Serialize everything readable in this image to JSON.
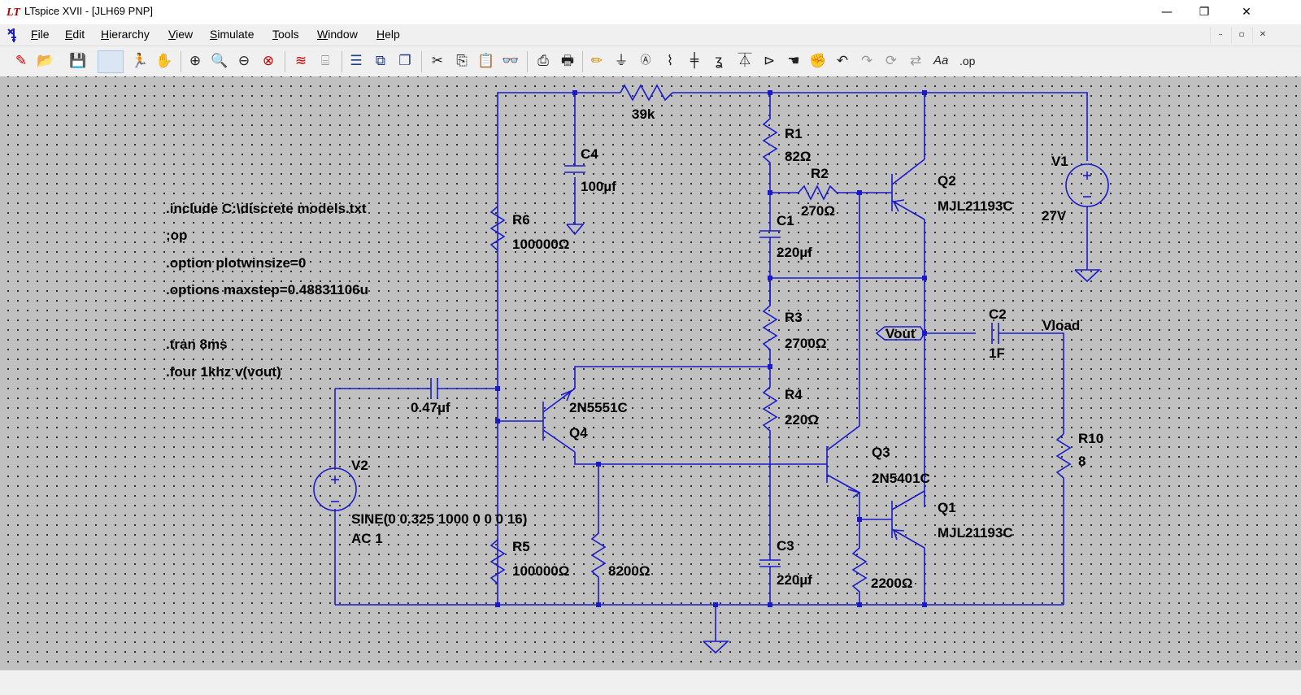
{
  "window": {
    "title": "LTspice XVII - [JLH69 PNP]",
    "controls": {
      "minimize": "—",
      "restore": "❐",
      "close": "✕"
    },
    "mdi_controls": {
      "minimize": "–",
      "restore": "▫",
      "close": "✕"
    }
  },
  "menu": {
    "items": [
      "File",
      "Edit",
      "Hierarchy",
      "View",
      "Simulate",
      "Tools",
      "Window",
      "Help"
    ]
  },
  "toolbar": {
    "buttons": [
      {
        "icon": "new-schematic-icon"
      },
      {
        "icon": "open-icon"
      },
      {
        "icon": "save-icon"
      },
      {
        "icon": "run-icon"
      },
      {
        "icon": "halt-icon"
      },
      {
        "icon": "zoom-in-icon"
      },
      {
        "icon": "zoom-pan-icon"
      },
      {
        "icon": "zoom-out-icon"
      },
      {
        "icon": "zoom-fit-icon"
      },
      {
        "icon": "waveform-icon"
      },
      {
        "icon": "waveform-off-icon"
      },
      {
        "icon": "tile-horizontal-icon"
      },
      {
        "icon": "tile-vertical-icon"
      },
      {
        "icon": "cascade-icon"
      },
      {
        "icon": "cut-icon"
      },
      {
        "icon": "copy-icon"
      },
      {
        "icon": "paste-icon"
      },
      {
        "icon": "find-icon"
      },
      {
        "icon": "print-preview-icon"
      },
      {
        "icon": "print-icon"
      },
      {
        "icon": "draw-wire-icon"
      },
      {
        "icon": "ground-icon"
      },
      {
        "icon": "label-net-icon"
      },
      {
        "icon": "resistor-icon"
      },
      {
        "icon": "capacitor-icon"
      },
      {
        "icon": "inductor-icon"
      },
      {
        "icon": "diode-icon"
      },
      {
        "icon": "component-icon"
      },
      {
        "icon": "move-icon"
      },
      {
        "icon": "drag-icon"
      },
      {
        "icon": "undo-icon"
      },
      {
        "icon": "redo-icon"
      },
      {
        "icon": "rotate-icon"
      },
      {
        "icon": "mirror-icon"
      },
      {
        "icon": "text-icon"
      }
    ],
    "text_label": "Aa",
    "op_label": ".op"
  },
  "schematic": {
    "directives": [
      ".include C:\\discrete models.txt",
      ";op",
      ".option plotwinsize=0",
      ".options maxstep=0.48831106u",
      ".tran 8ms",
      ".four 1khz v(vout)"
    ],
    "components": {
      "r_39k": {
        "value": "39k"
      },
      "c4": {
        "name": "C4",
        "value": "100µf"
      },
      "r1": {
        "name": "R1",
        "value": "82Ω"
      },
      "r2": {
        "name": "R2",
        "value": "270Ω"
      },
      "q2": {
        "name": "Q2",
        "model": "MJL21193C"
      },
      "v1": {
        "name": "V1",
        "value": "27V"
      },
      "r6": {
        "name": "R6",
        "value": "100000Ω"
      },
      "c1": {
        "name": "C1",
        "value": "220µf"
      },
      "r3": {
        "name": "R3",
        "value": "2700Ω"
      },
      "c2": {
        "name": "C2",
        "value": "1F"
      },
      "r4": {
        "name": "R4",
        "value": "220Ω"
      },
      "cin": {
        "value": "0.47µf"
      },
      "q4": {
        "name": "Q4",
        "model": "2N5551C"
      },
      "q3": {
        "name": "Q3",
        "model": "2N5401C"
      },
      "r10": {
        "name": "R10",
        "value": "8"
      },
      "v2": {
        "name": "V2",
        "value": "SINE(0 0.325 1000 0 0 0 16)",
        "ac": "AC 1"
      },
      "q1": {
        "name": "Q1",
        "model": "MJL21193C"
      },
      "r5": {
        "name": "R5",
        "value": "100000Ω"
      },
      "r_8200": {
        "value": "8200Ω"
      },
      "c3": {
        "name": "C3",
        "value": "220µf"
      },
      "r_2200": {
        "value": "2200Ω"
      }
    },
    "net_labels": {
      "vout": "Vout",
      "vload": "Vload"
    }
  },
  "colors": {
    "wire": "#1a1acc",
    "canvas": "#c0c0c0",
    "text": "#000000"
  },
  "status": {
    "text": ""
  }
}
